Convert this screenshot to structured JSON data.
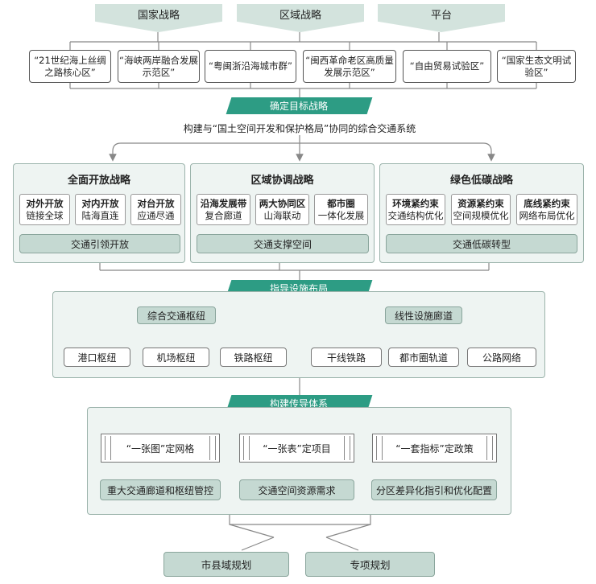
{
  "top_categories": [
    "国家战略",
    "区域战略",
    "平台"
  ],
  "zones": [
    "“21世纪海上丝绸之路核心区”",
    "“海峡两岸融合发展示范区”",
    "“粤闽浙沿海城市群”",
    "“闽西革命老区高质量发展示范区”",
    "“自由贸易试验区”",
    "“国家生态文明试验区”"
  ],
  "banners": {
    "goal": "确定目标战略",
    "layout": "指导设施布局",
    "system": "构建传导体系"
  },
  "caption": "构建与“国土空间开发和保护格局”协同的综合交通系统",
  "strategies": [
    {
      "title": "全面开放战略",
      "items": [
        {
          "head": "对外开放",
          "body": "链接全球"
        },
        {
          "head": "对内开放",
          "body": "陆海直连"
        },
        {
          "head": "对台开放",
          "body": "应通尽通"
        }
      ],
      "footer": "交通引领开放"
    },
    {
      "title": "区域协调战略",
      "items": [
        {
          "head": "沿海发展带",
          "body": "复合廊道"
        },
        {
          "head": "两大协同区",
          "body": "山海联动"
        },
        {
          "head": "都市圈",
          "body": "一体化发展"
        }
      ],
      "footer": "交通支撑空间"
    },
    {
      "title": "绿色低碳战略",
      "items": [
        {
          "head": "环境紧约束",
          "body": "交通结构优化"
        },
        {
          "head": "资源紧约束",
          "body": "空间规模优化"
        },
        {
          "head": "底线紧约束",
          "body": "网络布局优化"
        }
      ],
      "footer": "交通低碳转型"
    }
  ],
  "layout": {
    "hub_group": "综合交通枢纽",
    "hubs": [
      "港口枢纽",
      "机场枢纽",
      "铁路枢纽"
    ],
    "corridor_group": "线性设施廊道",
    "corridors": [
      "干线铁路",
      "都市圈轨道",
      "公路网络"
    ]
  },
  "system": {
    "scrolls": [
      "“一张图”定网格",
      "“一张表”定项目",
      "“一套指标”定政策"
    ],
    "bars": [
      "重大交通廊道和枢纽管控",
      "交通空间资源需求",
      "分区差异化指引和优化配置"
    ]
  },
  "outputs": [
    "市县域规划",
    "专项规划"
  ]
}
